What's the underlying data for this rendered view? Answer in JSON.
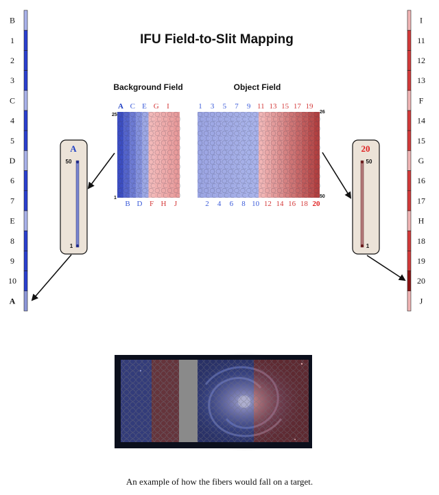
{
  "title": "IFU Field-to-Slit Mapping",
  "background_field": {
    "label": "Background Field",
    "top_labels": [
      {
        "text": "A",
        "color": "#1f3fc4",
        "bold": true
      },
      {
        "text": "C",
        "color": "#3b5bd9",
        "bold": false
      },
      {
        "text": "E",
        "color": "#3b5bd9",
        "bold": false
      },
      {
        "text": "G",
        "color": "#d43a3a",
        "bold": false
      },
      {
        "text": "I",
        "color": "#d43a3a",
        "bold": false
      }
    ],
    "bottom_labels": [
      {
        "text": "B",
        "color": "#3b5bd9"
      },
      {
        "text": "D",
        "color": "#3b5bd9"
      },
      {
        "text": "F",
        "color": "#d43a3a"
      },
      {
        "text": "H",
        "color": "#d43a3a"
      },
      {
        "text": "J",
        "color": "#d43a3a"
      }
    ],
    "corner_top": "25",
    "corner_bottom": "1"
  },
  "object_field": {
    "label": "Object Field",
    "top_labels": [
      {
        "text": "1",
        "color": "#3b5bd9"
      },
      {
        "text": "3",
        "color": "#3b5bd9"
      },
      {
        "text": "5",
        "color": "#3b5bd9"
      },
      {
        "text": "7",
        "color": "#3b5bd9"
      },
      {
        "text": "9",
        "color": "#3b5bd9"
      },
      {
        "text": "11",
        "color": "#d43a3a"
      },
      {
        "text": "13",
        "color": "#d43a3a"
      },
      {
        "text": "15",
        "color": "#d43a3a"
      },
      {
        "text": "17",
        "color": "#d43a3a"
      },
      {
        "text": "19",
        "color": "#d43a3a"
      }
    ],
    "bottom_labels": [
      {
        "text": "2",
        "color": "#3b5bd9"
      },
      {
        "text": "4",
        "color": "#3b5bd9"
      },
      {
        "text": "6",
        "color": "#3b5bd9"
      },
      {
        "text": "8",
        "color": "#3b5bd9"
      },
      {
        "text": "10",
        "color": "#3b5bd9"
      },
      {
        "text": "12",
        "color": "#d43a3a"
      },
      {
        "text": "14",
        "color": "#d43a3a"
      },
      {
        "text": "16",
        "color": "#d43a3a"
      },
      {
        "text": "18",
        "color": "#d43a3a"
      },
      {
        "text": "20",
        "color": "#e02020"
      }
    ],
    "corner_top": "26",
    "corner_bottom": "50"
  },
  "left_inset": {
    "label": "A",
    "top": "50",
    "bottom": "1",
    "label_color": "#1f3fc4"
  },
  "right_inset": {
    "label": "20",
    "top": "50",
    "bottom": "1",
    "label_color": "#e02020"
  },
  "left_slit_labels": [
    "B",
    "1",
    "2",
    "3",
    "C",
    "4",
    "5",
    "D",
    "6",
    "7",
    "E",
    "8",
    "9",
    "10",
    "A"
  ],
  "right_slit_labels": [
    "I",
    "11",
    "12",
    "13",
    "F",
    "14",
    "15",
    "G",
    "16",
    "17",
    "H",
    "18",
    "19",
    "20",
    "J"
  ],
  "caption": "An example of how the fibers would fall on a target.",
  "colors": {
    "blue_dark": "#1a2fb8",
    "blue_light": "#9aa6e6",
    "red_dark": "#a52020",
    "red_light": "#f2b0b0",
    "inset_fill": "#ece3d8",
    "galaxy_bg": "#0b0f1c"
  }
}
